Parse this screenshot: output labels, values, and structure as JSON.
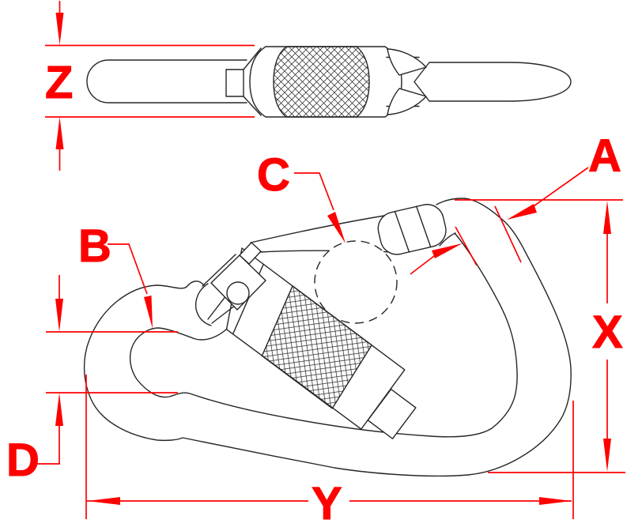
{
  "drawing": {
    "labels": {
      "z": "Z",
      "c": "C",
      "a": "A",
      "b": "B",
      "x": "X",
      "d": "D",
      "y": "Y"
    },
    "colors": {
      "dimension": "#ff0000",
      "outline": "#262626",
      "background": "#ffffff"
    }
  }
}
